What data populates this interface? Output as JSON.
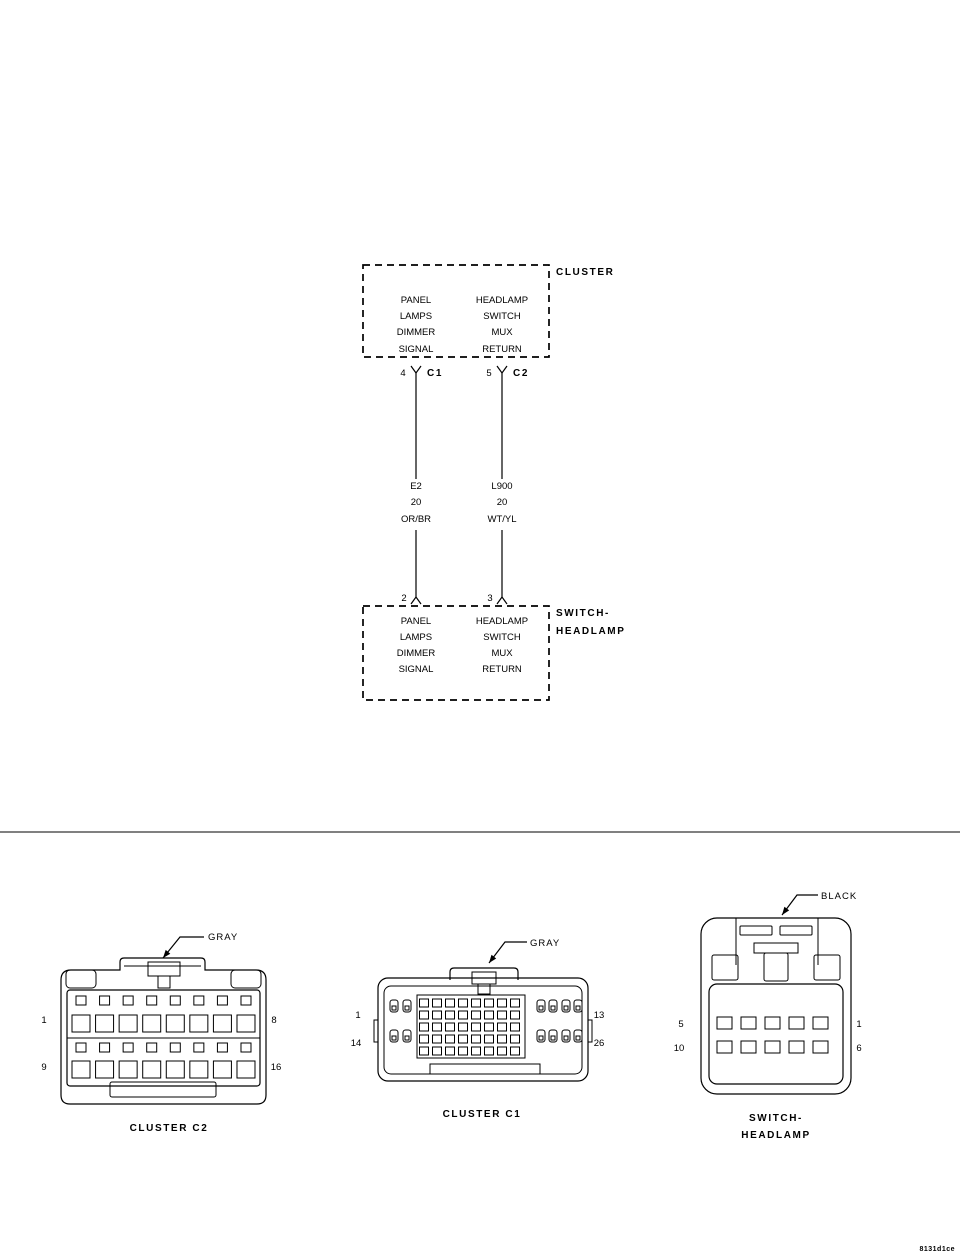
{
  "colors": {
    "ink": "#000000",
    "background": "#ffffff"
  },
  "schematic": {
    "cluster": {
      "label": "CLUSTER",
      "circuit_left": [
        "PANEL",
        "LAMPS",
        "DIMMER",
        "SIGNAL"
      ],
      "circuit_right": [
        "HEADLAMP",
        "SWITCH",
        "MUX",
        "RETURN"
      ],
      "terminal_left": {
        "pin": "4",
        "connector": "C1"
      },
      "terminal_right": {
        "pin": "5",
        "connector": "C2"
      }
    },
    "wires": [
      {
        "circuit": "E2",
        "gauge": "20",
        "color": "OR/BR"
      },
      {
        "circuit": "L900",
        "gauge": "20",
        "color": "WT/YL"
      }
    ],
    "switch_headlamp": {
      "label": [
        "SWITCH-",
        "HEADLAMP"
      ],
      "terminal_left_pin": "2",
      "terminal_right_pin": "3",
      "circuit_left": [
        "PANEL",
        "LAMPS",
        "DIMMER",
        "SIGNAL"
      ],
      "circuit_right": [
        "HEADLAMP",
        "SWITCH",
        "MUX",
        "RETURN"
      ]
    }
  },
  "connector_views": {
    "cluster_c2": {
      "title": "CLUSTER C2",
      "color": "GRAY",
      "pins": {
        "top_left": "1",
        "top_right": "8",
        "bottom_left": "9",
        "bottom_right": "16"
      }
    },
    "cluster_c1": {
      "title": "CLUSTER C1",
      "color": "GRAY",
      "pins": {
        "top_left": "1",
        "top_right": "13",
        "bottom_left": "14",
        "bottom_right": "26"
      }
    },
    "switch_headlamp": {
      "title": [
        "SWITCH-",
        "HEADLAMP"
      ],
      "color": "BLACK",
      "pins": {
        "top_left": "5",
        "top_right": "1",
        "bottom_left": "10",
        "bottom_right": "6"
      }
    }
  },
  "figure_id": "8131d1ce"
}
